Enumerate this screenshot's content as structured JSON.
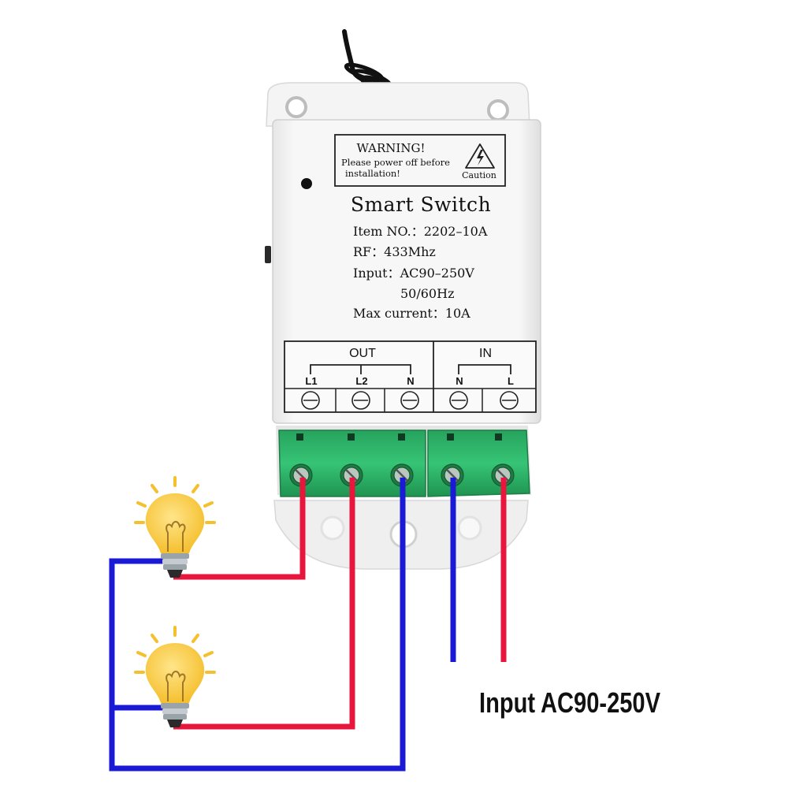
{
  "device": {
    "warning": {
      "title": "WARNING!",
      "line1": "Please power off before",
      "line2": "installation!",
      "caution": "Caution"
    },
    "title": "Smart Switch",
    "specs": [
      "Item NO.：2202–10A",
      "RF：433Mhz",
      "Input：AC90–250V",
      "50/60Hz",
      "Max current：10A"
    ],
    "terminal_block": {
      "out_label": "OUT",
      "in_label": "IN",
      "terminals": [
        "L1",
        "L2",
        "N",
        "N",
        "L"
      ]
    }
  },
  "input_caption": "Input AC90-250V",
  "colors": {
    "live_wire": "#e8163c",
    "neutral_wire": "#1a1ad6",
    "terminal_green": "#2fb36a",
    "bulb_yellow": "#f7c841",
    "housing": "#f2f2f2"
  },
  "icons": [
    "antenna-cable",
    "warning-lightning-icon",
    "light-bulb-icon",
    "screw-terminal-icon"
  ]
}
